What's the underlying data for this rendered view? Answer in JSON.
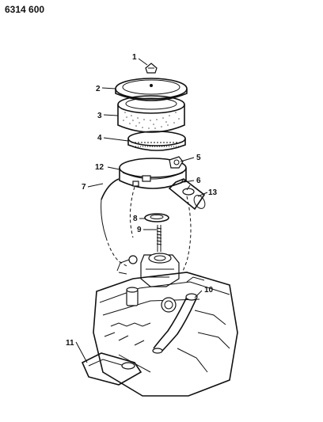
{
  "diagram": {
    "code": "6314 600",
    "callouts": [
      "1",
      "2",
      "3",
      "4",
      "5",
      "6",
      "7",
      "8",
      "9",
      "10",
      "11",
      "12",
      "13"
    ]
  }
}
